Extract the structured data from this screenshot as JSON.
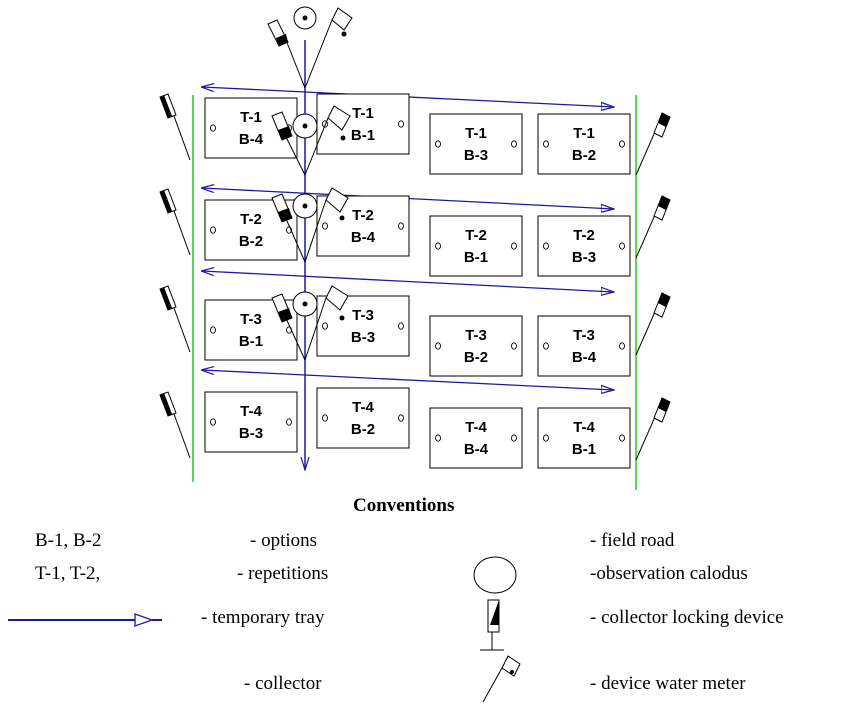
{
  "plots": {
    "rows": [
      [
        "T-1|B-4",
        "T-1|B-1",
        "T-1|B-3",
        "T-1|B-2"
      ],
      [
        "T-2|B-2",
        "T-2|B-4",
        "T-2|B-1",
        "T-2|B-3"
      ],
      [
        "T-3|B-1",
        "T-3|B-3",
        "T-3|B-2",
        "T-3|B-4"
      ],
      [
        "T-4|B-3",
        "T-4|B-2",
        "T-4|B-4",
        "T-4|B-1"
      ]
    ]
  },
  "legend": {
    "title": "Conventions",
    "options_code": "B-1, B-2",
    "options_desc": "- options",
    "repetitions_code": "T-1, T-2,",
    "repetitions_desc": "- repetitions",
    "temporary_tray_desc": "- temporary tray",
    "collector_desc": "- collector",
    "field_road_desc": "- field road",
    "observation_desc": "-observation calodus",
    "locking_desc": "- collector locking device",
    "water_meter_desc": "- device water meter"
  },
  "colors": {
    "tray": "#1a1aa8",
    "field_road": "#22cc22",
    "ink": "#000000"
  },
  "icons": [
    "temporary-tray-arrow-icon",
    "observation-well-icon",
    "collector-locking-device-icon",
    "water-meter-device-icon"
  ]
}
